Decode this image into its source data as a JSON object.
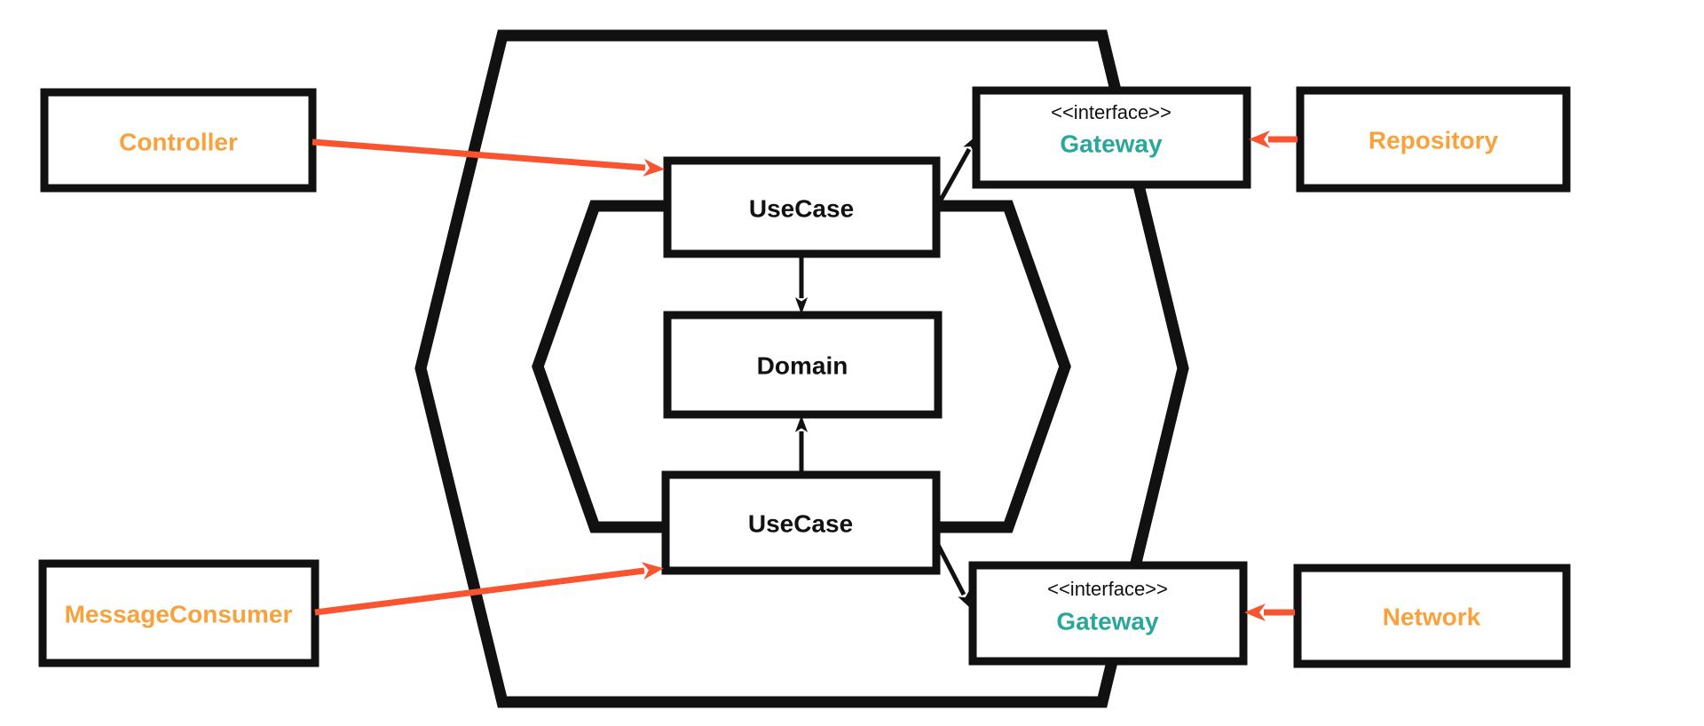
{
  "nodes": {
    "controller": {
      "label": "Controller"
    },
    "message_consumer": {
      "label": "MessageConsumer"
    },
    "repository": {
      "label": "Repository"
    },
    "network": {
      "label": "Network"
    },
    "usecase_top": {
      "label": "UseCase"
    },
    "domain": {
      "label": "Domain"
    },
    "usecase_bottom": {
      "label": "UseCase"
    },
    "gateway_top": {
      "stereotype": "<<interface>>",
      "label": "Gateway"
    },
    "gateway_bottom": {
      "stereotype": "<<interface>>",
      "label": "Gateway"
    }
  },
  "edges": [
    {
      "from": "Controller",
      "to": "UseCase (top)",
      "style": "red-arrow"
    },
    {
      "from": "MessageConsumer",
      "to": "UseCase (bottom)",
      "style": "red-arrow"
    },
    {
      "from": "Repository",
      "to": "Gateway (top interface)",
      "style": "red-arrow"
    },
    {
      "from": "Network",
      "to": "Gateway (bottom interface)",
      "style": "red-arrow"
    },
    {
      "from": "UseCase (top)",
      "to": "Gateway (top interface)",
      "style": "black-arrow"
    },
    {
      "from": "UseCase (bottom)",
      "to": "Gateway (bottom interface)",
      "style": "black-arrow"
    },
    {
      "from": "UseCase (top)",
      "to": "Domain",
      "style": "black-arrow"
    },
    {
      "from": "UseCase (bottom)",
      "to": "Domain",
      "style": "black-arrow"
    }
  ],
  "colors": {
    "adapter_label": "#F9A23B",
    "interface_label": "#2AA79B",
    "red_arrow": "#F7542F",
    "black_line": "#111111",
    "background": "#ffffff",
    "box_fill": "#ffffff"
  }
}
